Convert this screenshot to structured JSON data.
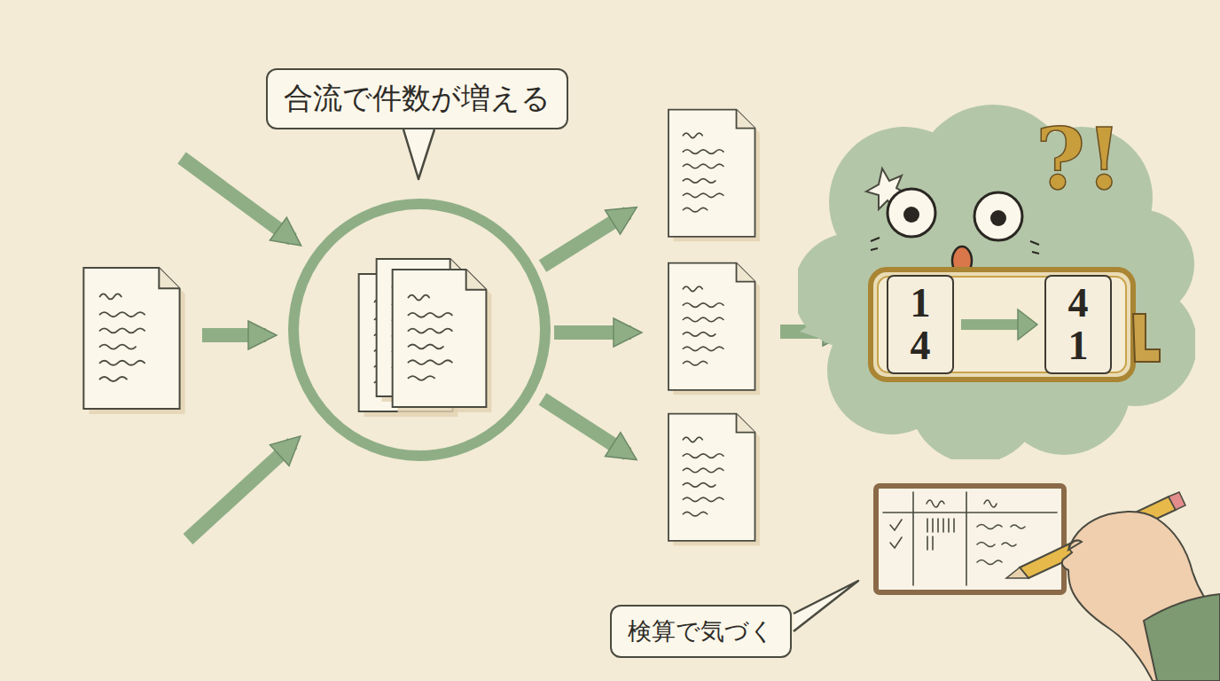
{
  "diagram": {
    "nodes": [
      {
        "text": [
          "合流で件数が増える"
        ]
      },
      {
        "text": [
          "?!"
        ]
      },
      {
        "text": [
          "1",
          "4"
        ],
        "in": 1
      },
      {
        "text": [
          "4",
          "1"
        ],
        "in": 1
      },
      {
        "text": [
          "検算で気づく"
        ]
      }
    ],
    "edges": [
      {
        "from": 2,
        "to": 3,
        "arrow": "to"
      }
    ]
  }
}
